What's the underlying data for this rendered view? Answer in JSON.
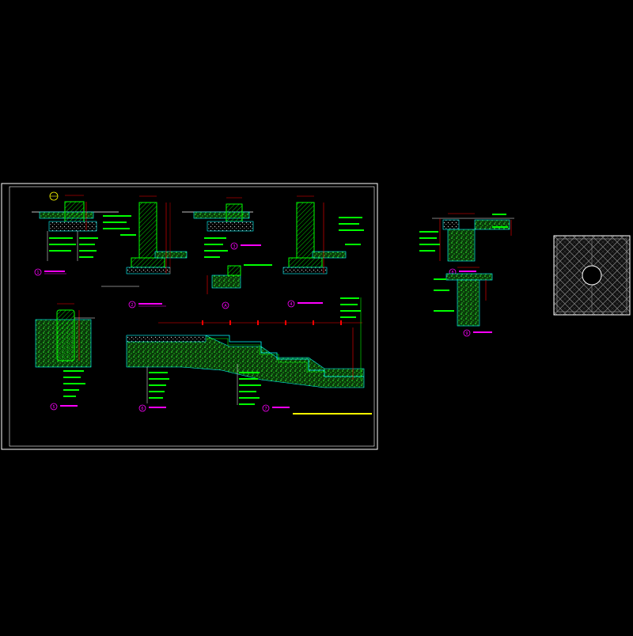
{
  "drawing": {
    "background": "#000000",
    "colors": {
      "frame": "#ffffff",
      "cyan": "#00ffff",
      "green": "#00ff00",
      "red": "#ff0000",
      "magenta": "#ff00ff",
      "yellow": "#ffff00",
      "white": "#ffffff"
    },
    "details": [
      {
        "id": "detail-1",
        "marker": "1"
      },
      {
        "id": "detail-2",
        "marker": "2"
      },
      {
        "id": "detail-A",
        "marker": "A"
      },
      {
        "id": "detail-3",
        "marker": "3"
      },
      {
        "id": "detail-4",
        "marker": "4"
      },
      {
        "id": "detail-5",
        "marker": "5"
      },
      {
        "id": "detail-6",
        "marker": "6"
      },
      {
        "id": "detail-7",
        "marker": "7"
      },
      {
        "id": "detail-8",
        "marker": "8"
      },
      {
        "id": "detail-9",
        "marker": "9"
      }
    ],
    "icons": [
      "section-marker-icon",
      "cover-plate-icon"
    ]
  }
}
